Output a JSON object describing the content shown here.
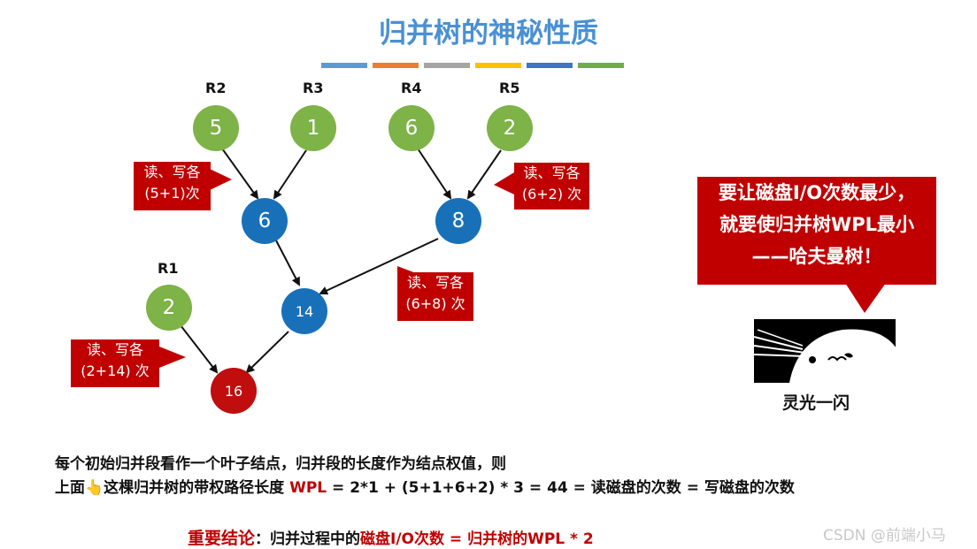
{
  "title": "归并树的神秘性质",
  "stripe_colors": [
    "#5b9bd5",
    "#ed7d31",
    "#a5a5a5",
    "#ffc000",
    "#4472c4",
    "#70ad47"
  ],
  "colors": {
    "title": "#4a90d4",
    "leaf": "#7db347",
    "internal": "#1871b8",
    "root": "#c00d0e",
    "callout": "#c00000"
  },
  "tree": {
    "run_labels": [
      "R2",
      "R3",
      "R4",
      "R5",
      "R1"
    ],
    "leaves": [
      "5",
      "1",
      "6",
      "2",
      "2"
    ],
    "internal": [
      "6",
      "8",
      "14"
    ],
    "root": "16"
  },
  "callouts": {
    "c1": {
      "line1": "读、写各",
      "line2": "(5+1)次"
    },
    "c2": {
      "line1": "读、写各",
      "line2": "(6+2) 次"
    },
    "c3": {
      "line1": "读、写各",
      "line2": "(6+8) 次"
    },
    "c4": {
      "line1": "读、写各",
      "line2": "(2+14) 次"
    }
  },
  "big_callout": {
    "line1": "要让磁盘I/O次数最少，",
    "line2": "就要使归并树WPL最小",
    "line3": "——哈夫曼树！"
  },
  "image_caption": "灵光一闪",
  "paragraph": {
    "line1": "每个初始归并段看作一个叶子结点，归并段的长度作为结点权值，则",
    "line2_pre": "上面",
    "pointer_icon": "👆",
    "line2_mid": "这棵归并树的带权路径长度 ",
    "wpl": "WPL",
    "line2_post": " =  2*1 + (5+1+6+2) * 3 =  44  = 读磁盘的次数 = 写磁盘的次数"
  },
  "conclusion": {
    "label": "重要结论",
    "colon": "：归并过程中的",
    "highlight": "磁盘I/O次数 = 归并树的WPL * 2"
  },
  "watermark": "CSDN @前端小马"
}
